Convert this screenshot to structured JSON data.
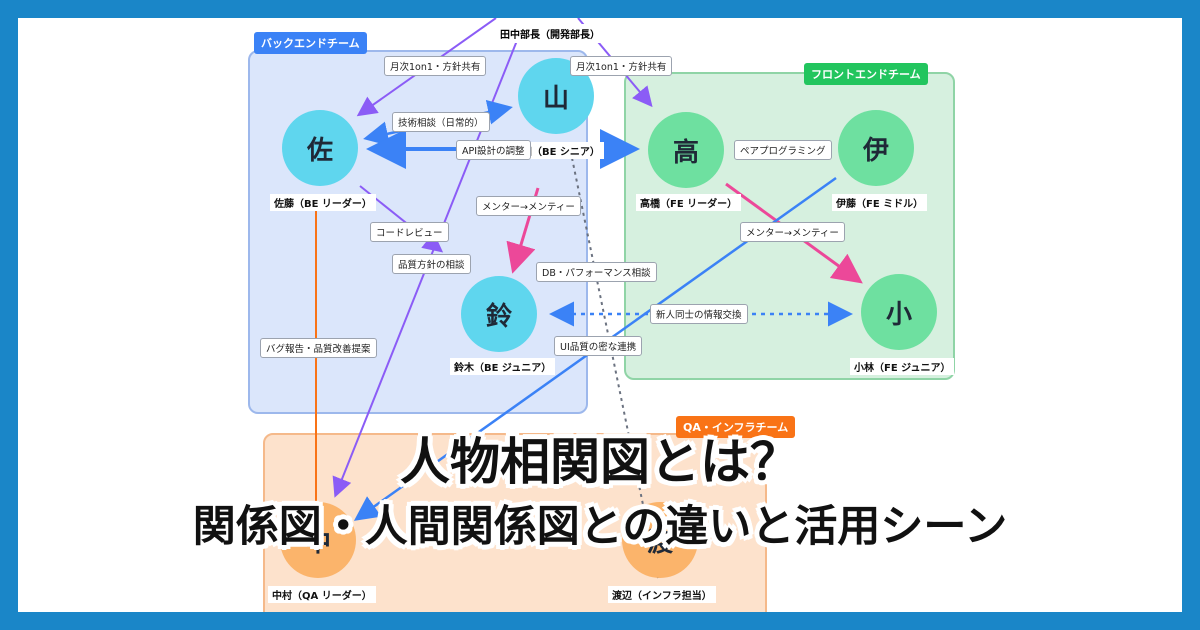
{
  "teams": {
    "backend": {
      "label": "バックエンドチーム"
    },
    "frontend": {
      "label": "フロントエンドチーム"
    },
    "qa": {
      "label": "QA・インフラチーム"
    }
  },
  "top_manager": {
    "name": "田中部長（開発部長）"
  },
  "nodes": [
    {
      "id": "sato",
      "char": "佐",
      "name": "佐藤（BE リーダー）",
      "team": "be"
    },
    {
      "id": "yamada",
      "char": "山",
      "name": "山田（BE シニア）",
      "team": "be"
    },
    {
      "id": "suzuki",
      "char": "鈴",
      "name": "鈴木（BE ジュニア）",
      "team": "be"
    },
    {
      "id": "takahashi",
      "char": "高",
      "name": "高橋（FE リーダー）",
      "team": "fe"
    },
    {
      "id": "ito",
      "char": "伊",
      "name": "伊藤（FE ミドル）",
      "team": "fe"
    },
    {
      "id": "kobayashi",
      "char": "小",
      "name": "小林（FE ジュニア）",
      "team": "fe"
    },
    {
      "id": "nakamura",
      "char": "中",
      "name": "中村（QA リーダー）",
      "team": "qa"
    },
    {
      "id": "watanabe",
      "char": "渡",
      "name": "渡辺（インフラ担当）",
      "team": "qa"
    }
  ],
  "edge_labels": {
    "monthly_1on1_left": "月次1on1・方針共有",
    "monthly_1on1_right": "月次1on1・方針共有",
    "tech_consult": "技術相談（日常的）",
    "api_design": "API設計の調整",
    "mentor_be": "メンター→メンティー",
    "code_review": "コードレビュー",
    "quality_policy": "品質方針の相談",
    "db_performance": "DB・パフォーマンス相談",
    "pair_programming": "ペアプログラミング",
    "mentor_fe": "メンター→メンティー",
    "newcomer_exchange": "新人同士の情報交換",
    "ui_quality": "UI品質の密な連携",
    "bug_report": "バグ報告・品質改善提案"
  },
  "title": {
    "line1": "人物相関図とは？",
    "line2": "関係図・人間関係図との違いと活用シーン"
  },
  "colors": {
    "frame": "#1a86c8",
    "purple": "#8b5cf6",
    "blue": "#3b82f6",
    "pink": "#ec4899",
    "orange": "#f97316",
    "gray": "#6b7280"
  }
}
